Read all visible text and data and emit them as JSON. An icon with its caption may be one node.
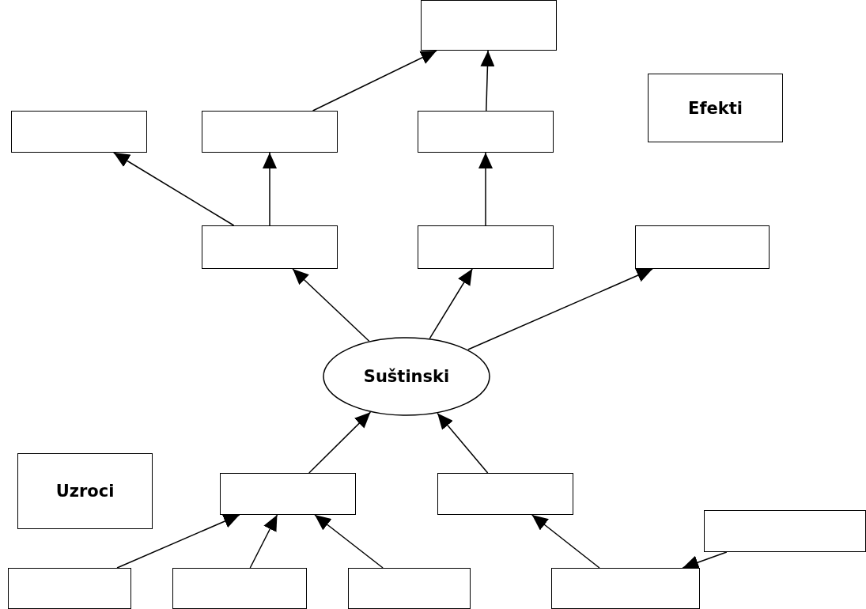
{
  "diagram": {
    "nodes": [
      {
        "text": [],
        "shape": "box"
      },
      {
        "text": [],
        "shape": "box"
      },
      {
        "text": [],
        "shape": "box"
      },
      {
        "text": [],
        "shape": "box"
      },
      {
        "text": [
          "Efekti"
        ]
      },
      {
        "text": [],
        "shape": "box"
      },
      {
        "text": [],
        "shape": "box"
      },
      {
        "text": [],
        "shape": "box"
      },
      {
        "text": [
          "Suštinski"
        ]
      },
      {
        "text": [
          "Uzroci"
        ]
      },
      {
        "text": [],
        "shape": "box"
      },
      {
        "text": [],
        "shape": "box"
      },
      {
        "text": [],
        "shape": "box"
      },
      {
        "text": [],
        "shape": "box"
      },
      {
        "text": [],
        "shape": "box"
      },
      {
        "text": [],
        "shape": "box"
      },
      {
        "text": [],
        "shape": "box"
      }
    ],
    "edges": [
      {
        "from": 2,
        "to": 0,
        "arrow": "to"
      },
      {
        "from": 3,
        "to": 0,
        "arrow": "to"
      },
      {
        "from": 5,
        "to": 1,
        "arrow": "to"
      },
      {
        "from": 5,
        "to": 2,
        "arrow": "to"
      },
      {
        "from": 6,
        "to": 3,
        "arrow": "to"
      },
      {
        "from": 8,
        "to": 5,
        "arrow": "to"
      },
      {
        "from": 8,
        "to": 6,
        "arrow": "to"
      },
      {
        "from": 8,
        "to": 7,
        "arrow": "to"
      },
      {
        "from": 10,
        "to": 8,
        "arrow": "to"
      },
      {
        "from": 11,
        "to": 8,
        "arrow": "to"
      },
      {
        "from": 13,
        "to": 10,
        "arrow": "to"
      },
      {
        "from": 14,
        "to": 10,
        "arrow": "to"
      },
      {
        "from": 15,
        "to": 10,
        "arrow": "to"
      },
      {
        "from": 16,
        "to": 11,
        "arrow": "to"
      },
      {
        "from": 12,
        "to": 16,
        "arrow": "to"
      }
    ]
  }
}
